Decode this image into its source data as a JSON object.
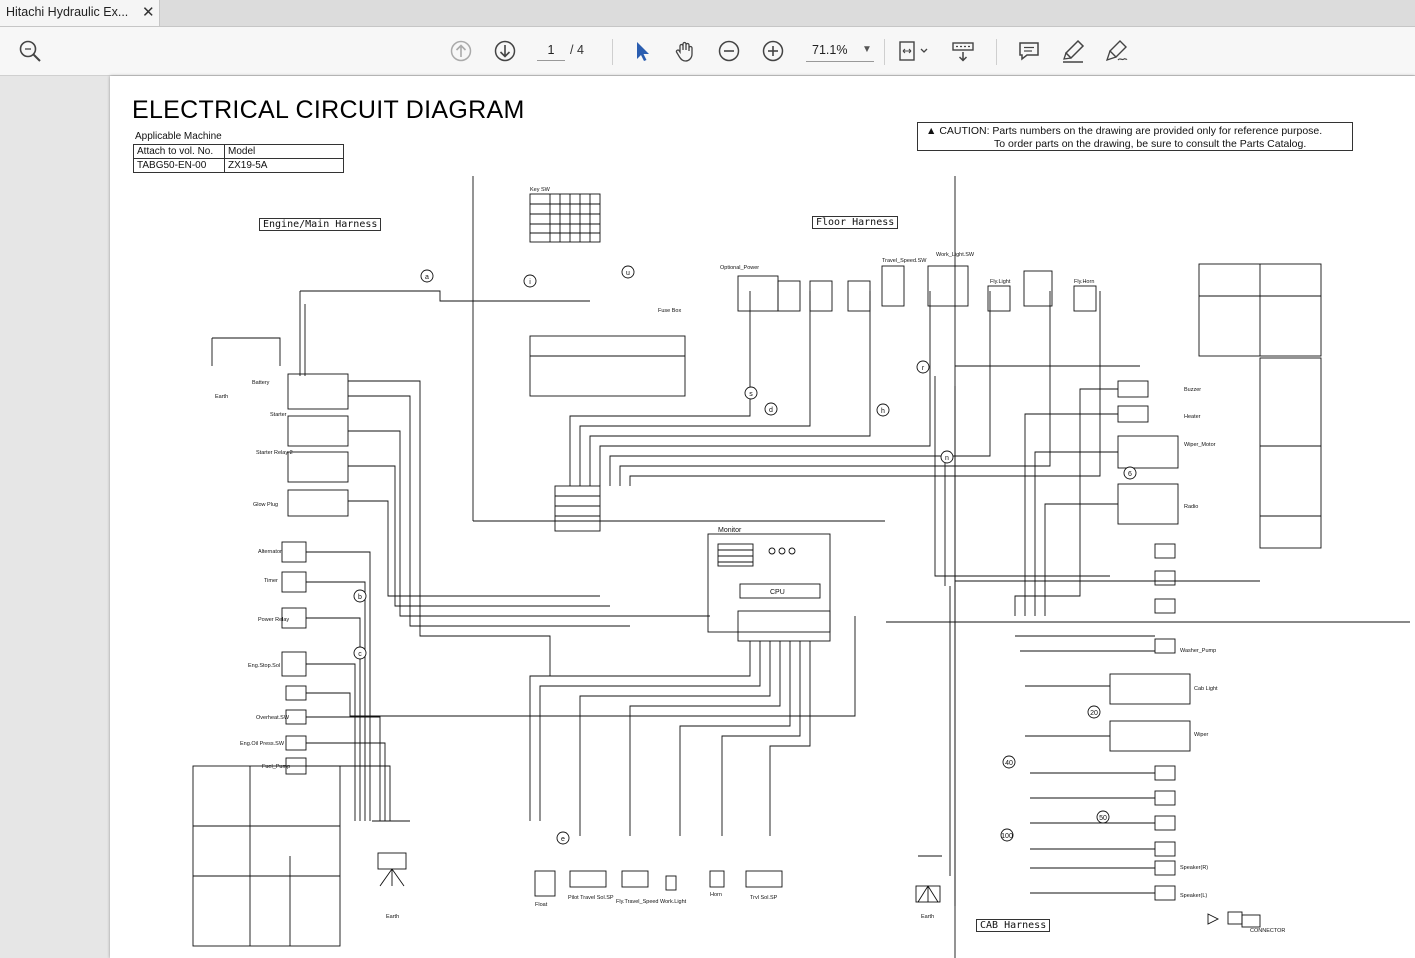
{
  "tab": {
    "title": "Hitachi Hydraulic Ex...",
    "close_glyph": "✕"
  },
  "toolbar": {
    "page_current": "1",
    "page_total": "/ 4",
    "zoom": "71.1%",
    "icons": [
      "search-icon",
      "page-up-icon",
      "page-down-icon",
      "select-cursor-icon",
      "hand-tool-icon",
      "zoom-out-icon",
      "zoom-in-icon",
      "fit-page-icon",
      "read-mode-icon",
      "comment-icon",
      "highlight-icon",
      "sign-icon"
    ]
  },
  "document": {
    "title": "ELECTRICAL CIRCUIT DIAGRAM",
    "applicable_machine_label": "Applicable Machine",
    "table": {
      "headers": [
        "Attach to vol. No.",
        "Model"
      ],
      "rows": [
        [
          "TABG50-EN-00",
          "ZX19-5A"
        ]
      ]
    },
    "caution": {
      "prefix": "CAUTION:",
      "line1": "Parts numbers on the drawing are provided only for reference purpose.",
      "line2": "To order parts on the drawing, be sure to consult the Parts Catalog."
    },
    "harness_labels": {
      "engine": "Engine/Main Harness",
      "floor": "Floor Harness",
      "cab": "CAB Harness"
    },
    "monitor_label": "Monitor",
    "cpu_label": "CPU",
    "callouts": [
      "a",
      "b",
      "c",
      "d",
      "e",
      "h",
      "i",
      "n",
      "r",
      "s",
      "u",
      "6",
      "20",
      "40",
      "50",
      "100"
    ],
    "component_labels": {
      "battery": "Battery",
      "starter": "Starter",
      "starter_relay": "Starter Relay 2",
      "glow_plug": "Glow Plug",
      "alternator": "Alternator",
      "timer": "Timer",
      "power_relay": "Power Relay",
      "eng_stop_sol": "Eng.Stop.Sol",
      "overheat_sw": "Overheat.SW",
      "eng_oil_press_sw": "Eng.Oil Press.SW",
      "fuel_pump": "Fuel_Pump",
      "earth_left": "Earth",
      "earth_mid": "Earth",
      "earth_right": "Earth",
      "key_sw": "Key SW",
      "optional_power": "Optional_Power",
      "travel_speed_sw": "Travel_Speed.SW",
      "work_light_sw": "Work_Light.SW",
      "fly_light": "Fly.Light",
      "fly_horn": "Fly.Horn",
      "fuse_box": "Fuse Box",
      "buzzer": "Buzzer",
      "float": "Float",
      "pilot_travel_sol": "Pilot Travel Sol.SP",
      "fly_travel_speed": "Fly.Travel_Speed",
      "work_light": "Work.Light",
      "horn": "Horn",
      "travel_sol_sp": "Trvl Sol.SP",
      "heater": "Heater",
      "wiper_motor": "Wiper_Motor",
      "radio": "Radio",
      "washer_pump": "Washer_Pump",
      "cab_light": "Cab Light",
      "wiper": "Wiper",
      "speaker_r": "Speaker(R)",
      "speaker_l": "Speaker(L)",
      "connector": "CONNECTOR"
    }
  }
}
